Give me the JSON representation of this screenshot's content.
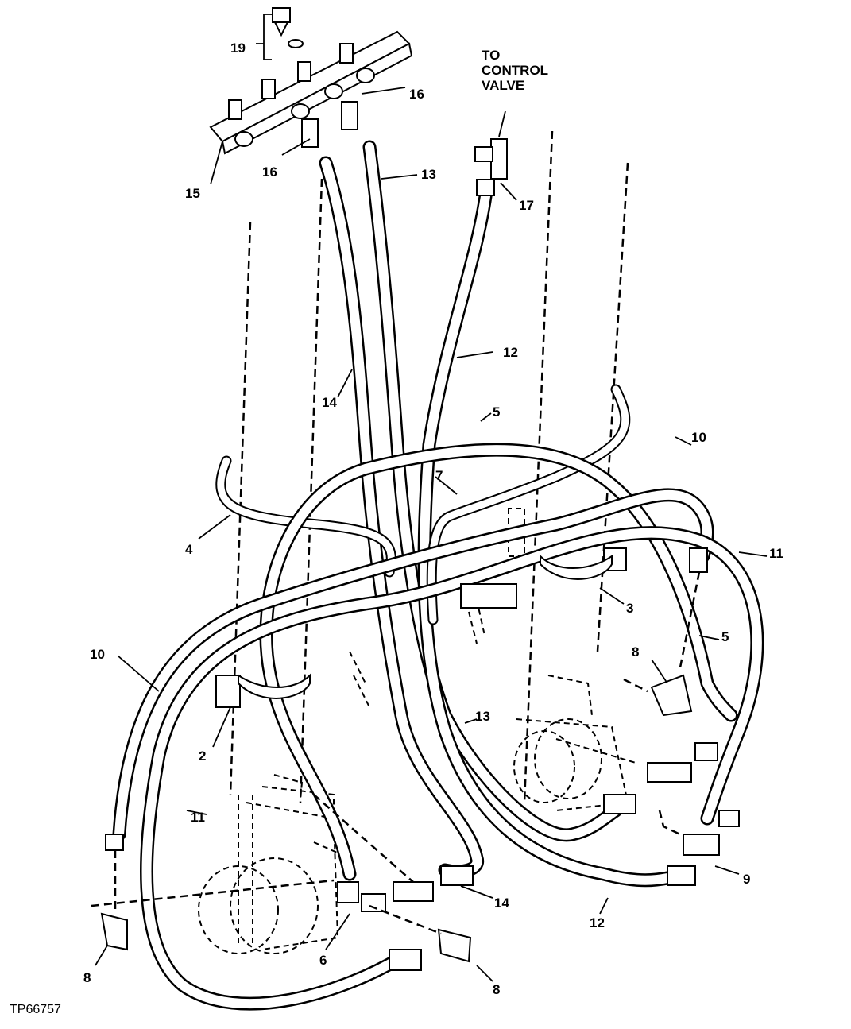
{
  "diagram": {
    "figure_id": "TP66757",
    "control_valve_note": [
      "TO",
      "CONTROL",
      "VALVE"
    ],
    "callouts": {
      "c2": "2",
      "c3": "3",
      "c4": "4",
      "c5a": "5",
      "c5b": "5",
      "c6": "6",
      "c7": "7",
      "c8a": "8",
      "c8b": "8",
      "c8c": "8",
      "c9": "9",
      "c10a": "10",
      "c10b": "10",
      "c11a": "11",
      "c11b": "11",
      "c12a": "12",
      "c12b": "12",
      "c13a": "13",
      "c13b": "13",
      "c14a": "14",
      "c14b": "14",
      "c15": "15",
      "c16a": "16",
      "c16b": "16",
      "c17": "17",
      "c19": "19"
    }
  }
}
